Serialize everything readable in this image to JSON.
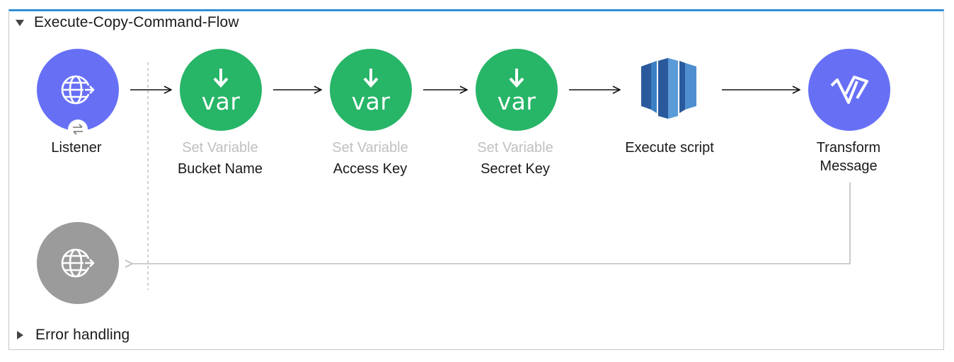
{
  "flow": {
    "title": "Execute-Copy-Command-Flow",
    "error_handling_label": "Error handling"
  },
  "nodes": {
    "listener": {
      "label": "Listener",
      "icon": "globe-arrow-icon",
      "color": "#6770f5"
    },
    "set_bucket": {
      "type_label": "Set Variable",
      "label": "Bucket Name",
      "var_text": "var",
      "color": "#27b567"
    },
    "set_access": {
      "type_label": "Set Variable",
      "label": "Access Key",
      "var_text": "var",
      "color": "#27b567"
    },
    "set_secret": {
      "type_label": "Set Variable",
      "label": "Secret Key",
      "var_text": "var",
      "color": "#27b567"
    },
    "execute": {
      "label": "Execute script",
      "icon": "redshift-database-icon"
    },
    "transform": {
      "label_line1": "Transform",
      "label_line2": "Message",
      "icon": "dataweave-icon",
      "color": "#6770f5"
    },
    "response": {
      "icon": "globe-arrow-icon",
      "color": "#9b9b9b"
    }
  }
}
